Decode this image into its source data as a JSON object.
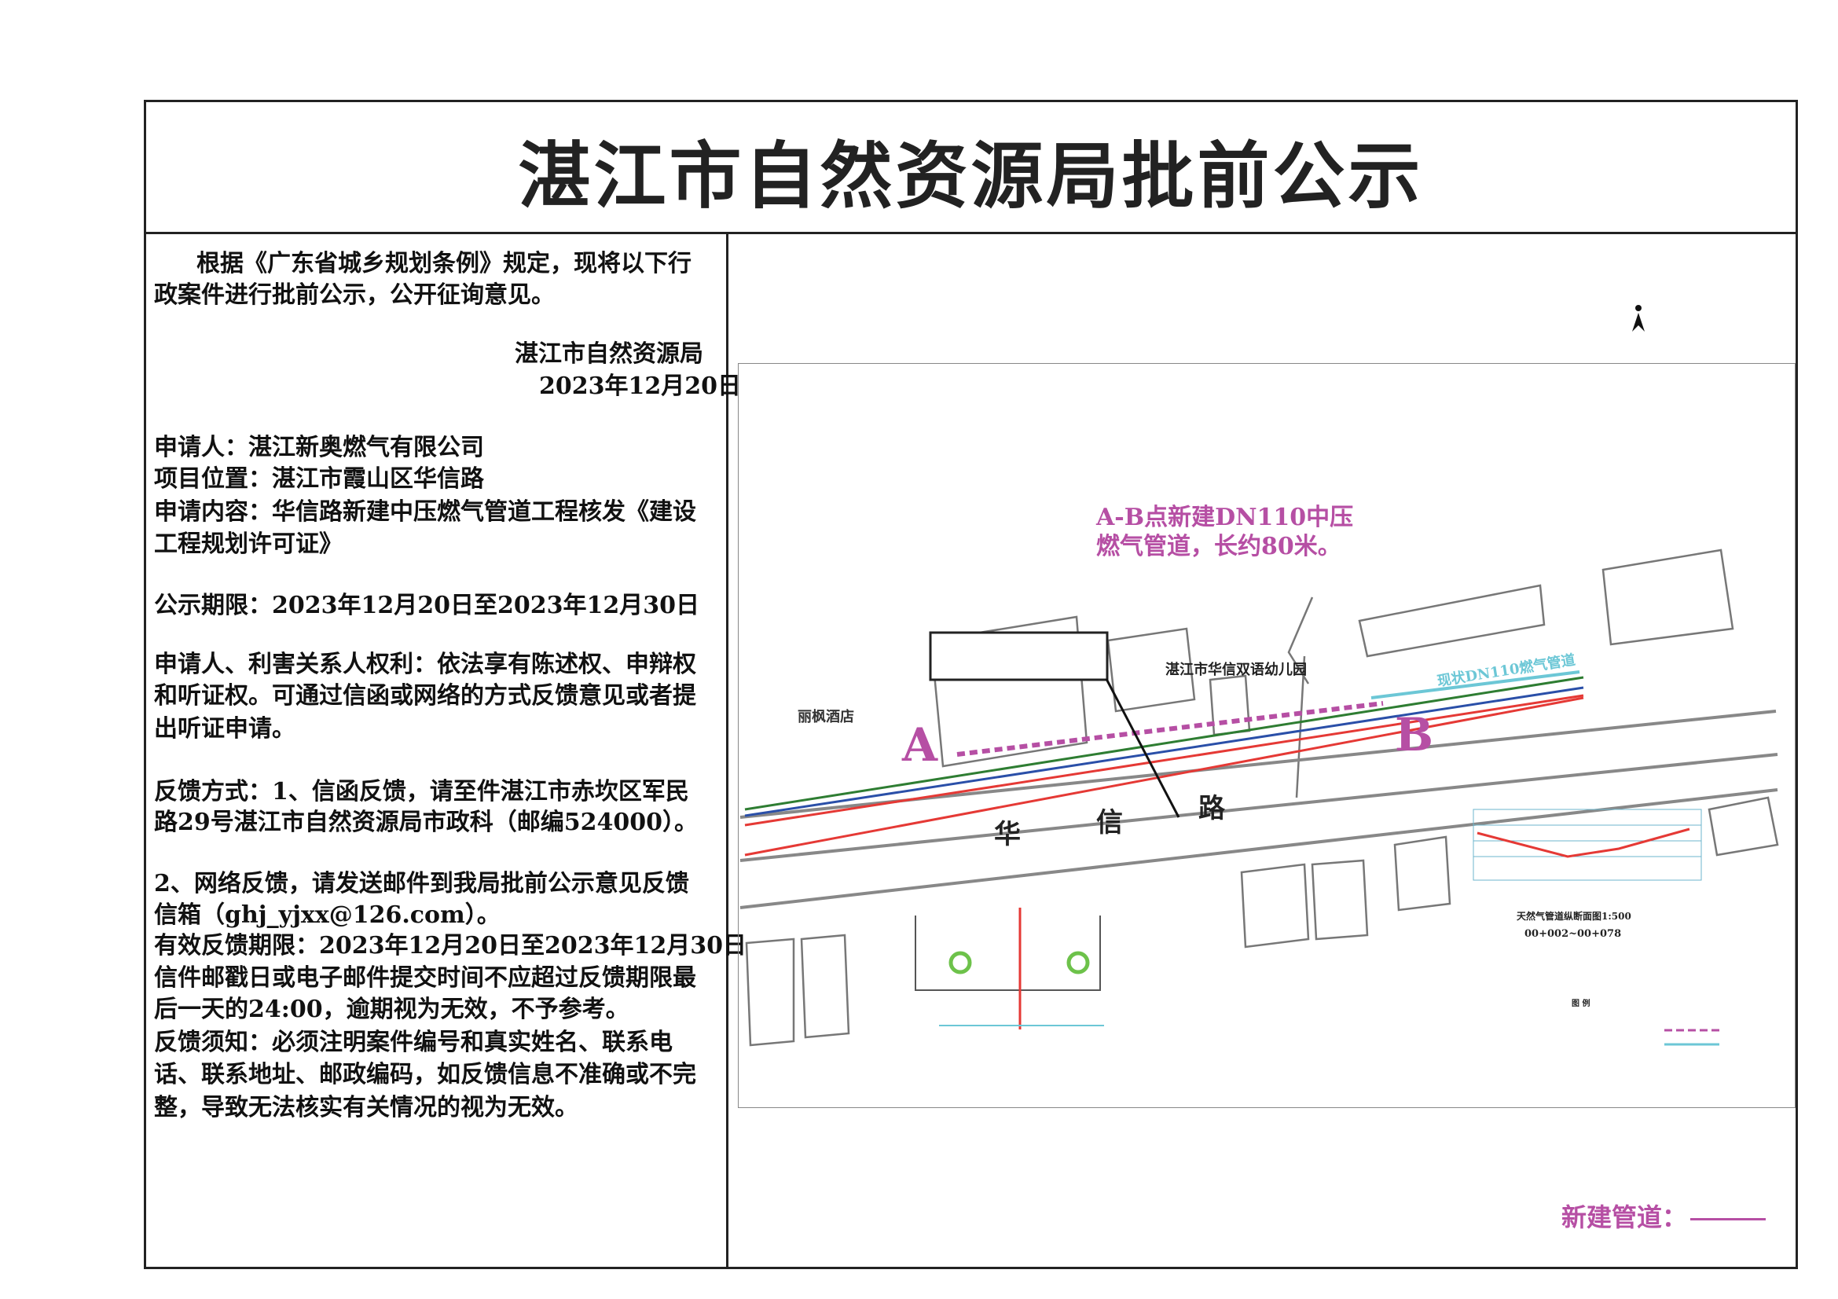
{
  "title": "湛江市自然资源局批前公示",
  "notice": {
    "lines": [
      "根据《广东省城乡规划条例》规定，现将以下行",
      "政案件进行批前公示，公开征询意见。",
      "湛江市自然资源局",
      "2023年12月20日",
      "申请人：湛江新奥燃气有限公司",
      "项目位置：湛江市霞山区华信路",
      "申请内容：华信路新建中压燃气管道工程核发《建设",
      "工程规划许可证》",
      "公示期限：2023年12月20日至2023年12月30日",
      "申请人、利害关系人权利：依法享有陈述权、申辩权",
      "和听证权。可通过信函或网络的方式反馈意见或者提",
      "出听证申请。",
      "反馈方式：1、信函反馈，请至件湛江市赤坎区军民",
      "路29号湛江市自然资源局市政科（邮编524000）。",
      "2、网络反馈，请发送邮件到我局批前公示意见反馈",
      "信箱（ghj_yjxx@126.com）。",
      "有效反馈期限：2023年12月20日至2023年12月30日",
      "信件邮戳日或电子邮件提交时间不应超过反馈期限最",
      "后一天的24:00，逾期视为无效，不予参考。",
      "反馈须知：必须注明案件编号和真实姓名、联系电",
      "话、联系地址、邮政编码，如反馈信息不准确或不完",
      "整，导致无法核实有关情况的视为无效。"
    ]
  },
  "map": {
    "annotation_line1": "A-B点新建DN110中压",
    "annotation_line2": "燃气管道，长约80米。",
    "point_a": "A",
    "point_b": "B",
    "road_chars": [
      "华",
      "信",
      "路"
    ],
    "kindergarten": "湛江市华信双语幼儿园",
    "hotel": "丽枫酒店",
    "existing_pipe": "现状DN110燃气管道",
    "section_title": "天然气管道纵断面图1:500",
    "section_range": "00+002~00+078",
    "legend_title": "图 例",
    "north_arrow_icon": "north-arrow-icon",
    "colors": {
      "new_pipe": "#b64fa4",
      "existing_pipe": "#6cc7d6",
      "gas_red": "#e53935",
      "green": "#2e7d32",
      "blue": "#2a4fa8",
      "road": "#888888"
    }
  },
  "footer_legend": {
    "label": "新建管道："
  }
}
